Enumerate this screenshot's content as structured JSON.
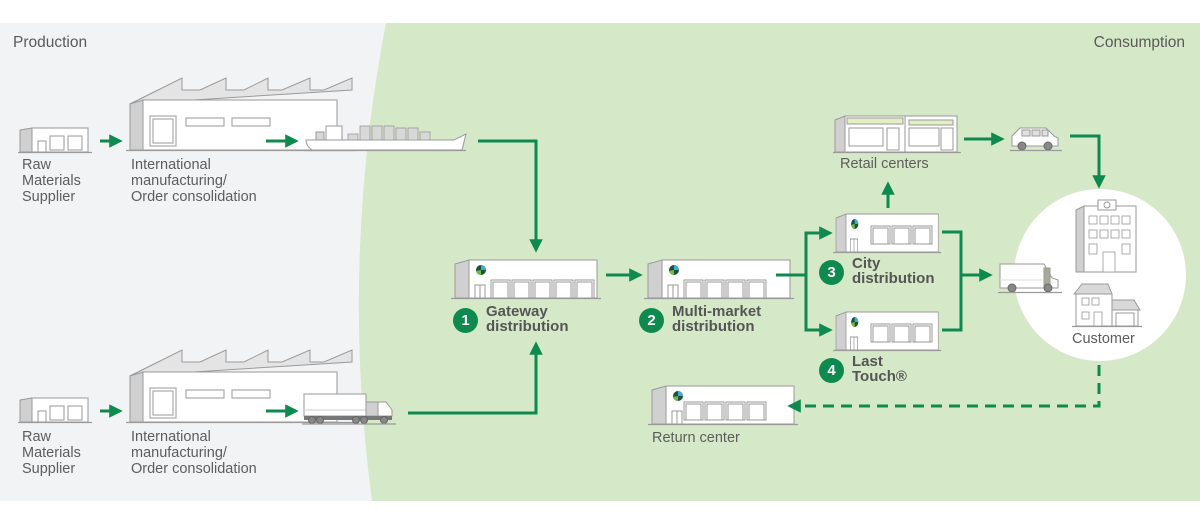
{
  "colors": {
    "production_bg": "#f2f3f5",
    "consumption_bg": "#d5e8c7",
    "arrow": "#0f8a4f",
    "badge": "#0f8a4f",
    "icon_stroke": "#9a9a9a",
    "icon_fill": "#ffffff",
    "icon_shade": "#d0d0d0"
  },
  "zones": {
    "production": "Production",
    "consumption": "Consumption"
  },
  "production_rows": [
    {
      "supplier_label": "Raw\nMaterials\nSupplier",
      "manufacturer_label": "International\nmanufacturing/\nOrder consolidation",
      "transport": "container-ship"
    },
    {
      "supplier_label": "Raw\nMaterials\nSupplier",
      "manufacturer_label": "International\nmanufacturing/\nOrder consolidation",
      "transport": "truck"
    }
  ],
  "steps": [
    {
      "number": "1",
      "label": "Gateway\ndistribution"
    },
    {
      "number": "2",
      "label": "Multi-market\ndistribution"
    },
    {
      "number": "3",
      "label": "City\ndistribution"
    },
    {
      "number": "4",
      "label": "Last\nTouch®"
    }
  ],
  "nodes": {
    "retail": "Retail centers",
    "customer": "Customer",
    "return": "Return center"
  }
}
